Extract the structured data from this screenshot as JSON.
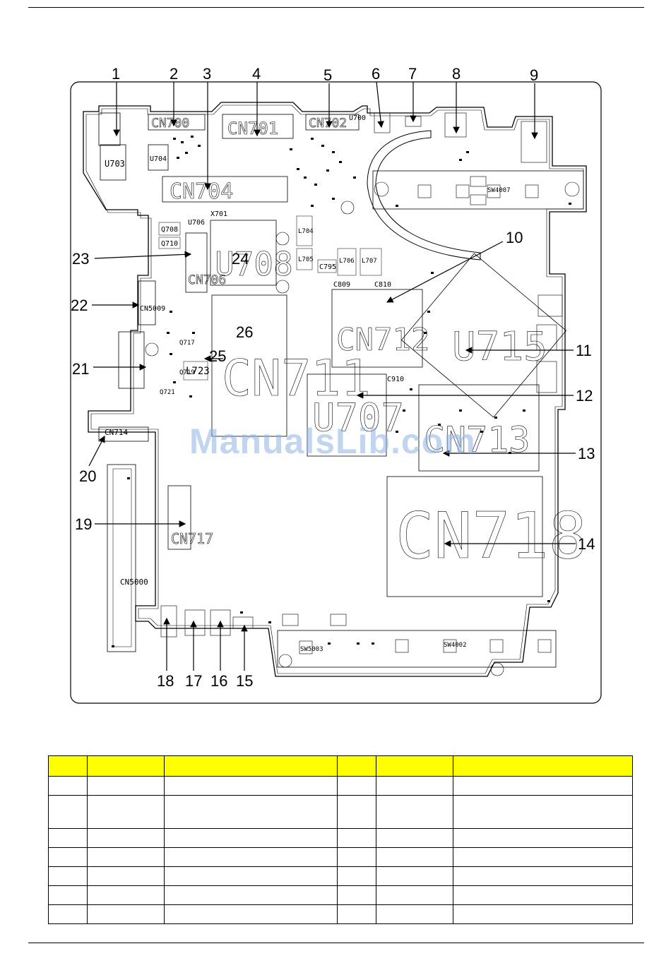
{
  "callouts": [
    "1",
    "2",
    "3",
    "4",
    "5",
    "6",
    "7",
    "8",
    "9",
    "10",
    "11",
    "12",
    "13",
    "14",
    "15",
    "16",
    "17",
    "18",
    "19",
    "20",
    "21",
    "22",
    "23",
    "24",
    "25",
    "26"
  ],
  "components": {
    "cn700": "CN700",
    "cn701": "CN701",
    "cn702": "CN702",
    "cn704": "CN704",
    "cn706": "CN706",
    "cn711": "CN711",
    "cn712": "CN712",
    "cn713": "CN713",
    "cn714": "CN714",
    "cn717": "CN717",
    "cn718": "CN718",
    "cn5000": "CN5000",
    "cn5009": "CN5009",
    "u708": "U708",
    "u707": "U707",
    "u715": "U715",
    "u703": "U703",
    "u704": "U704",
    "u700": "U700",
    "l723": "L723",
    "l704": "L704",
    "l705": "L705",
    "l706": "L706",
    "l707": "L707",
    "c795": "C795",
    "c809": "C809",
    "c810": "C810",
    "c910": "C910",
    "q708": "Q708",
    "q710": "Q710",
    "q717": "Q717",
    "q719": "Q719",
    "q721": "Q721",
    "x701": "X701",
    "sw5003": "SW5003",
    "sw4007": "SW4007",
    "sw4002": "SW4002",
    "u706": "U706"
  },
  "watermark": "ManualsLib.com",
  "table": {
    "header_color": "#ffff00",
    "columns": 6,
    "rows": 7
  }
}
